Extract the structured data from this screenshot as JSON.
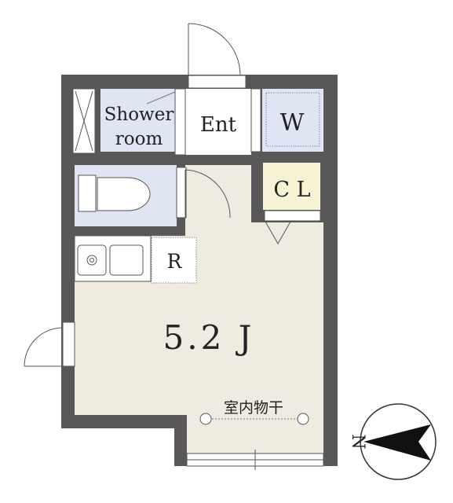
{
  "rooms": {
    "shower": {
      "line1": "Shower",
      "line2": "room"
    },
    "entrance": "Ent",
    "washer": "W",
    "closet": "C L",
    "refrigerator": "R",
    "main_room_size": "5.2 J",
    "drying_rack": "室内物干"
  },
  "compass": {
    "north_label": "N"
  },
  "colors": {
    "wall": "#595757",
    "floor": "#efebe0",
    "wet_area": "#dfe5f3",
    "closet": "#f6f4d4",
    "white": "#ffffff",
    "line": "#555555"
  }
}
